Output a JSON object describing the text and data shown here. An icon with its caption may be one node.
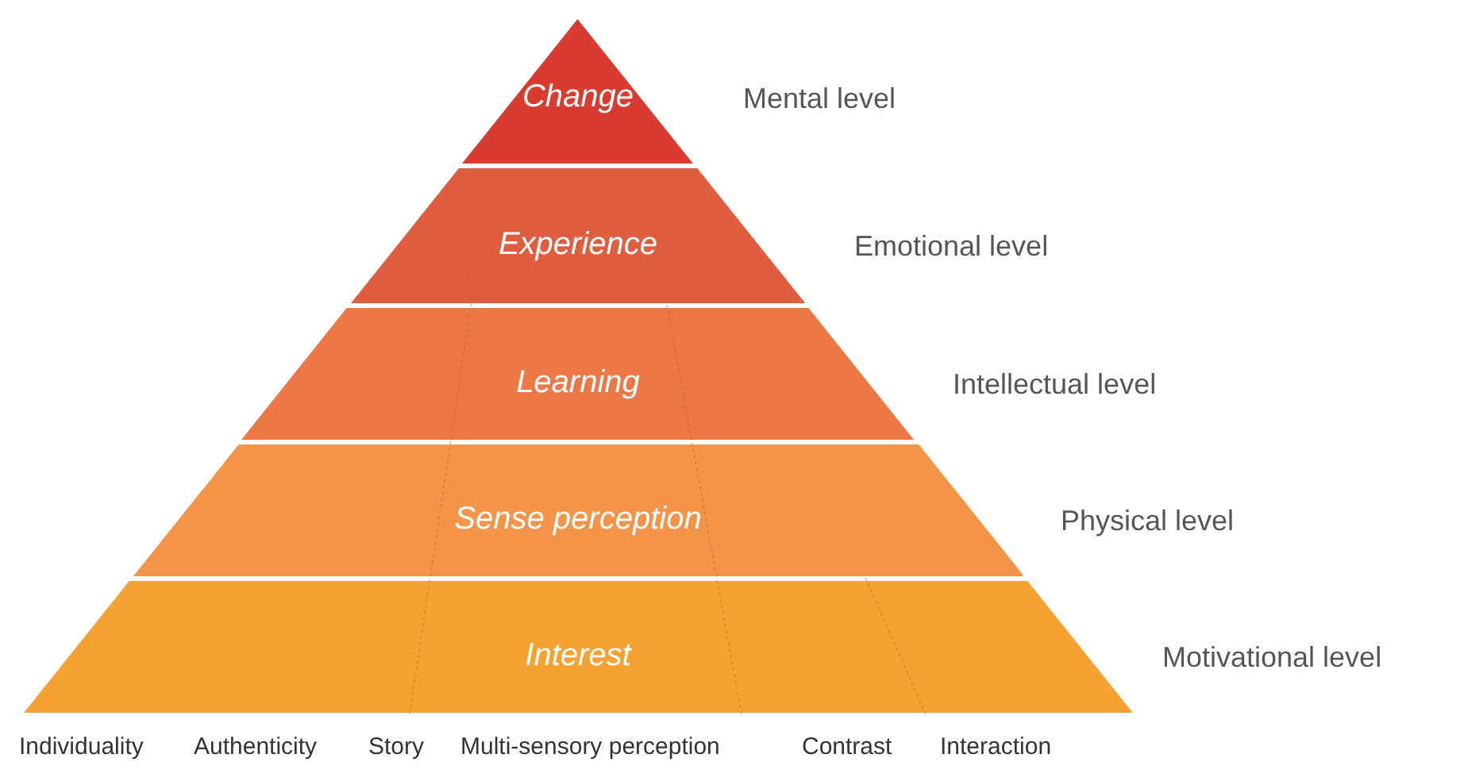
{
  "diagram": {
    "nodes": [
      {
        "text": [
          "Change"
        ],
        "beside": [
          "Mental level"
        ]
      },
      {
        "text": [
          "Experience"
        ],
        "beside": [
          "Emotional level"
        ]
      },
      {
        "text": [
          "Learning"
        ],
        "beside": [
          "Intellectual level"
        ]
      },
      {
        "text": [
          "Sense perception"
        ],
        "beside": [
          "Physical level"
        ]
      },
      {
        "text": [
          "Interest"
        ],
        "beside": [
          "Motivational level"
        ]
      }
    ],
    "labels": [
      "Individuality",
      "Authenticity",
      "Story",
      "Multi-sensory perception",
      "Contrast",
      "Interaction"
    ]
  }
}
